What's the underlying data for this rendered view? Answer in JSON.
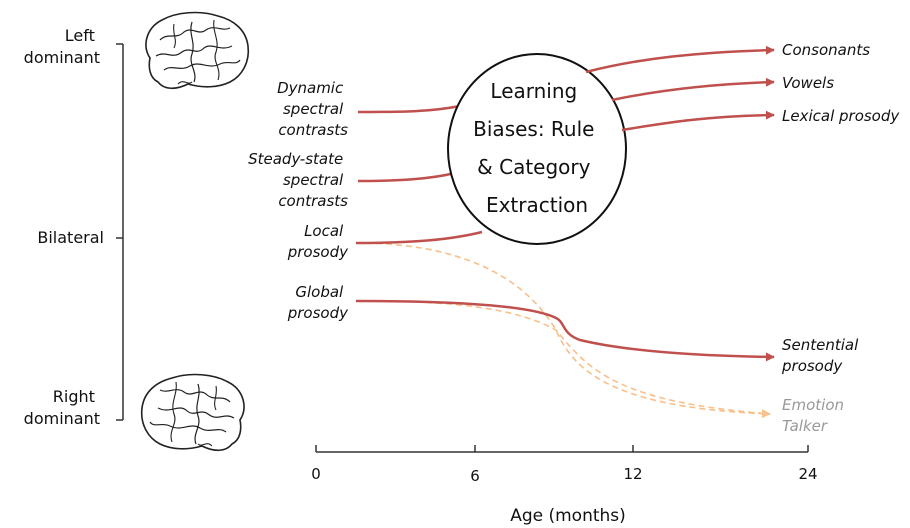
{
  "lateralization_axis": {
    "left_dominant": [
      "Left",
      "dominant"
    ],
    "bilateral": "Bilateral",
    "right_dominant": [
      "Right",
      "dominant"
    ]
  },
  "inputs": {
    "dynamic": [
      "Dynamic",
      "spectral",
      "contrasts"
    ],
    "steady": [
      "Steady-state",
      "spectral",
      "contrasts"
    ],
    "local": [
      "Local",
      "prosody"
    ],
    "global": [
      "Global",
      "prosody"
    ]
  },
  "center_circle": [
    "Learning",
    "Biases: Rule",
    "& Category",
    "Extraction"
  ],
  "outputs": {
    "consonants": "Consonants",
    "vowels": "Vowels",
    "lexical": "Lexical prosody",
    "sentential": [
      "Sentential",
      "prosody"
    ],
    "emotion_talker": [
      "Emotion",
      "Talker"
    ]
  },
  "age_axis": {
    "ticks": [
      "0",
      "6",
      "12",
      "24"
    ],
    "label": "Age (months)"
  },
  "colors": {
    "solid_path": "#c0504d",
    "dashed_path": "#f8c08a",
    "faded_text": "#999999",
    "text": "#111111"
  },
  "icons": {
    "brain_top": "brain-icon",
    "brain_bottom": "brain-icon"
  }
}
